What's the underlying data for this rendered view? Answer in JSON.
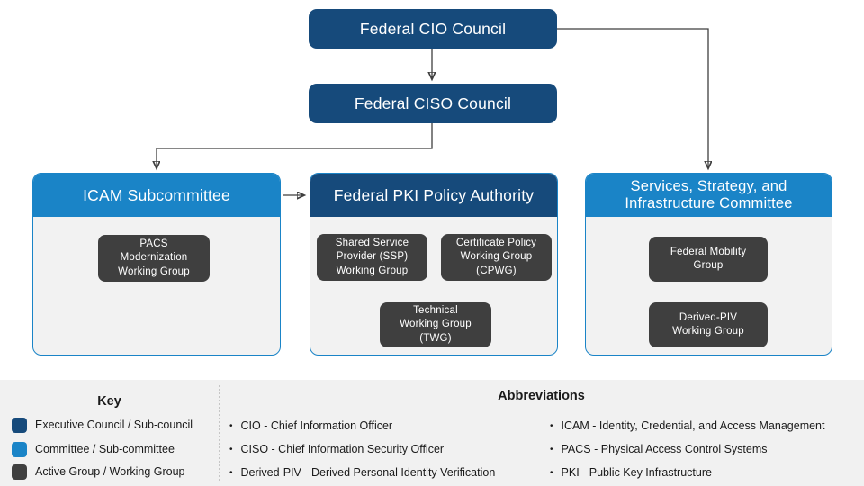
{
  "palette": {
    "executive_navy": "#164a7b",
    "committee_blue": "#1a84c7",
    "working_group_gray": "#3f3f3f",
    "panel_body_gray": "#f2f2f2",
    "footer_gray": "#f1f1f1",
    "connector_gray": "#3f3f3f"
  },
  "chart": {
    "cio_council": "Federal CIO Council",
    "ciso_council": "Federal CISO Council",
    "icam": {
      "title": "ICAM Subcommittee",
      "groups": [
        "PACS\nModernization\nWorking Group"
      ]
    },
    "fpki": {
      "title": "Federal PKI Policy Authority",
      "groups": [
        "Shared Service\nProvider (SSP)\nWorking Group",
        "Certificate Policy\nWorking Group\n(CPWG)",
        "Technical\nWorking Group\n(TWG)"
      ]
    },
    "ssi": {
      "title": "Services, Strategy, and\nInfrastructure Committee",
      "groups": [
        "Federal Mobility\nGroup",
        "Derived-PIV\nWorking Group"
      ]
    }
  },
  "key": {
    "title": "Key",
    "items": [
      {
        "swatch": "executive-navy",
        "label": "Executive Council / Sub-council"
      },
      {
        "swatch": "committee-blue",
        "label": "Committee / Sub-committee"
      },
      {
        "swatch": "working-group-gray",
        "label": "Active Group / Working Group"
      }
    ]
  },
  "abbreviations": {
    "title": "Abbreviations",
    "col1": [
      "CIO - Chief Information Officer",
      "CISO - Chief Information Security Officer",
      "Derived-PIV - Derived Personal Identity Verification"
    ],
    "col2": [
      "ICAM - Identity, Credential, and Access Management",
      "PACS - Physical Access Control Systems",
      "PKI - Public Key Infrastructure"
    ]
  }
}
